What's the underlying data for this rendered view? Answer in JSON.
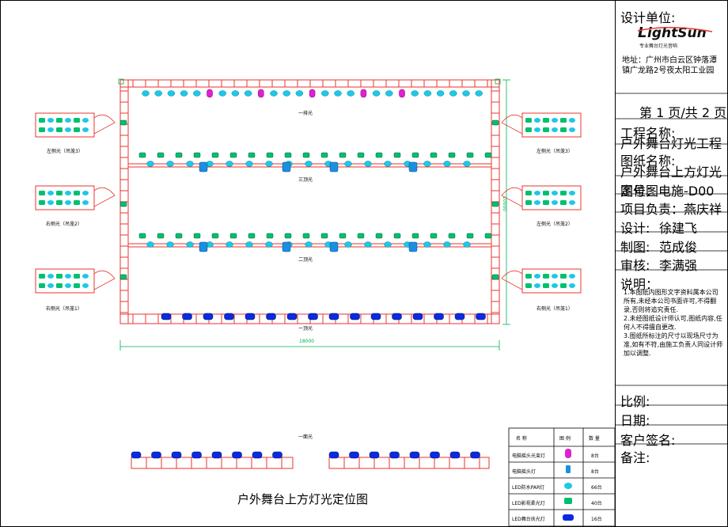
{
  "colors": {
    "truss": "#e8352f",
    "dim_line": "#00b050",
    "par_light": "#1ec8e6",
    "spot_light": "#e020d0",
    "wash_light": "#00c070",
    "beam_light": "#1060d0",
    "blinder_light": "#0a2be0"
  },
  "drawing": {
    "title": "户外舞台上方灯光定位图",
    "truss_labels": {
      "row1": "一排光",
      "row2": "三顶光",
      "row3": "二顶光",
      "front": "一顶光",
      "face": "一面光"
    },
    "side_labels": {
      "left_top": "左侧光（吊笼3）",
      "left_mid": "右侧光（吊笼2）",
      "left_bot": "右侧光（吊笼1）",
      "right_top": "左侧光（吊笼3）",
      "right_mid": "左侧光（吊笼2）",
      "right_bot": "右侧光（吊笼1）"
    },
    "dimensions": {
      "width": "18000",
      "height": "10000"
    }
  },
  "legend": {
    "headers": {
      "name": "名  称",
      "icon": "图  例",
      "qty": "数  量"
    },
    "rows": [
      {
        "name": "电脑摇头光束灯",
        "qty": "8台",
        "icon": "spot-light-icon"
      },
      {
        "name": "电脑摇头灯",
        "qty": "8台",
        "icon": "moving-head-icon"
      },
      {
        "name": "LED防水PAR灯",
        "qty": "66台",
        "icon": "par-light-icon"
      },
      {
        "name": "LED影视柔光灯",
        "qty": "40台",
        "icon": "wash-light-icon"
      },
      {
        "name": "LED舞台扶光灯",
        "qty": "16台",
        "icon": "blinder-light-icon"
      }
    ]
  },
  "title_block": {
    "design_unit_label": "设计单位:",
    "logo_text": "ightSun",
    "logo_sub": "专业舞台灯光音响",
    "address": "地址：广州市白云区钟落潭镇广龙路2号夜太阳工业园",
    "page": "第 1 页/共 2 页",
    "project_name_label": "工程名称:",
    "project_name": "户外舞台灯光工程",
    "drawing_name_label": "图纸名称:",
    "drawing_name": "户外舞台上方灯光定位图",
    "drawing_no": "图号：电施-D00",
    "project_lead": "项目负责：燕庆祥",
    "design_label": "设计:",
    "design_name": "徐建飞",
    "draw_label": "制图:",
    "draw_name": "范成俊",
    "review_label": "审核:",
    "review_name": "李满强",
    "notes_label": "说明：",
    "notes": "1.本图纸内图形文字资料属本公司所有,未经本公司书面许可,不得翻录,否则将追究责任.\n2.未经图纸设计师认可,图纸内容,任何人不得擅自更改.\n3.图纸所标注的尺寸以现场尺寸为准,如有不符,由施工负责人同设计师加以调整.",
    "scale_label": "比例:",
    "date_label": "日期:",
    "client_label": "客户签名:",
    "remark_label": "备注:"
  }
}
